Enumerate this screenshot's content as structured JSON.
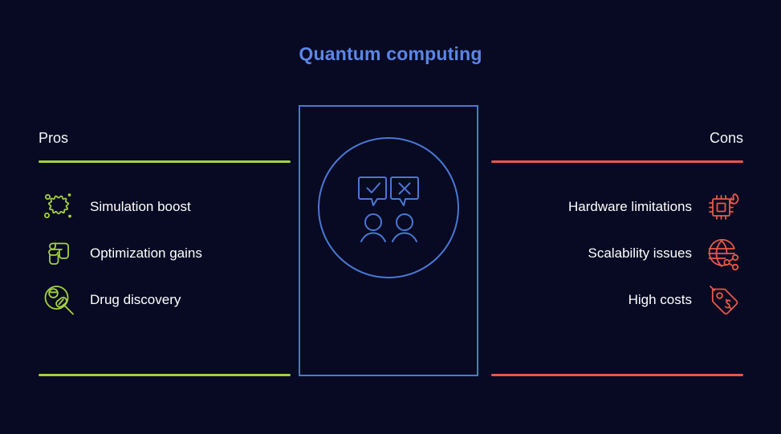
{
  "title": "Quantum computing",
  "colors": {
    "background": "#070a22",
    "title": "#5b86e8",
    "pros_accent": "#a5d13d",
    "cons_accent": "#e8574a",
    "panel_border": "#4a77d4",
    "text": "#ffffff"
  },
  "pros": {
    "heading": "Pros",
    "items": [
      {
        "label": "Simulation boost",
        "icon": "virus-blob-icon"
      },
      {
        "label": "Optimization gains",
        "icon": "optimization-arrows-icon"
      },
      {
        "label": "Drug discovery",
        "icon": "magnifier-pills-icon"
      }
    ]
  },
  "cons": {
    "heading": "Cons",
    "items": [
      {
        "label": "Hardware limitations",
        "icon": "cpu-flame-icon"
      },
      {
        "label": "Scalability issues",
        "icon": "globe-network-icon"
      },
      {
        "label": "High costs",
        "icon": "price-tags-icon"
      }
    ]
  },
  "center": {
    "illustration": "two-people-check-and-cross-speech-bubbles-icon"
  }
}
